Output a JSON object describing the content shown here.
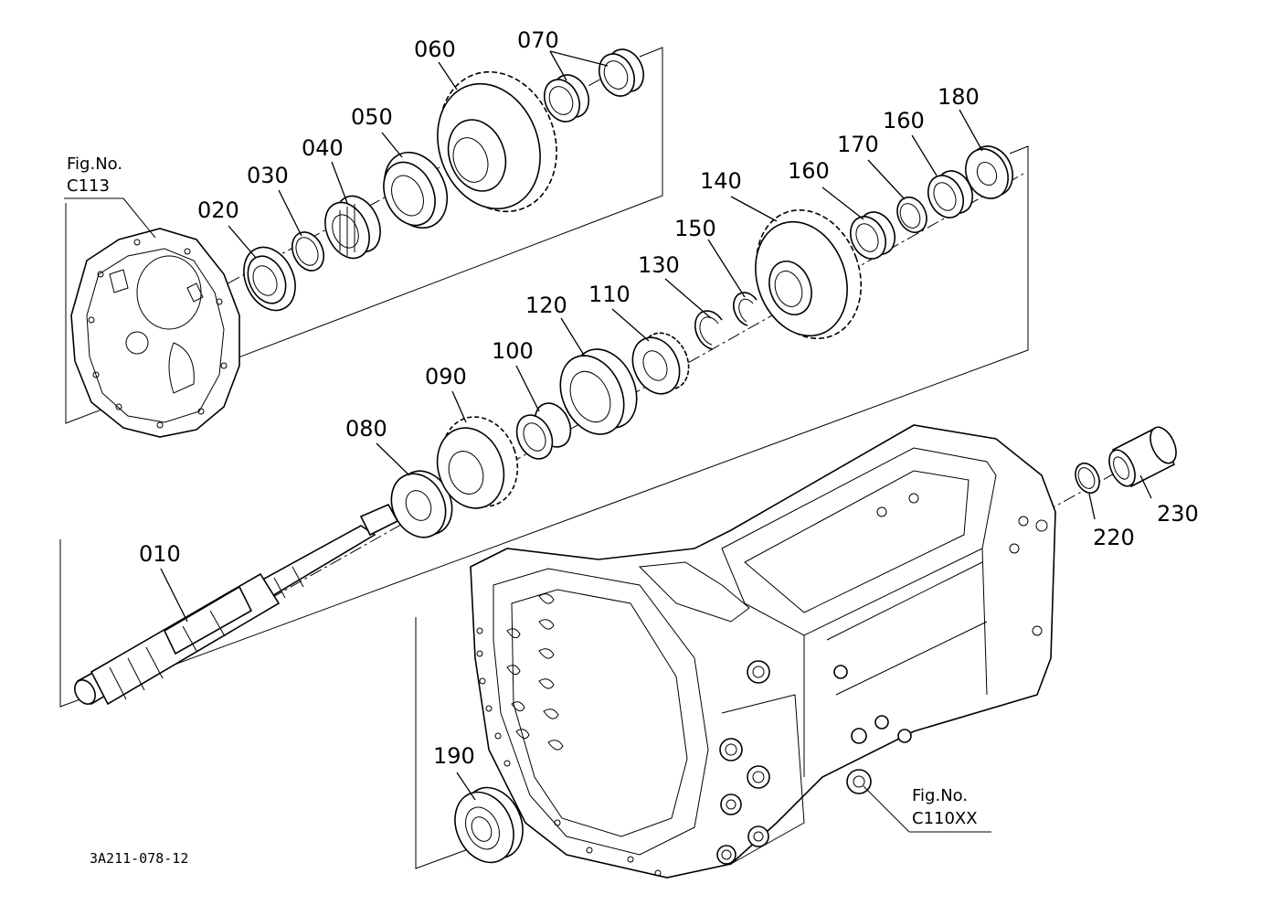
{
  "parts": [
    {
      "id": "p010",
      "label": "010"
    },
    {
      "id": "p020",
      "label": "020"
    },
    {
      "id": "p030",
      "label": "030"
    },
    {
      "id": "p040",
      "label": "040"
    },
    {
      "id": "p050",
      "label": "050"
    },
    {
      "id": "p060",
      "label": "060"
    },
    {
      "id": "p070",
      "label": "070"
    },
    {
      "id": "p080",
      "label": "080"
    },
    {
      "id": "p090",
      "label": "090"
    },
    {
      "id": "p100",
      "label": "100"
    },
    {
      "id": "p110",
      "label": "110"
    },
    {
      "id": "p120",
      "label": "120"
    },
    {
      "id": "p130",
      "label": "130"
    },
    {
      "id": "p140",
      "label": "140"
    },
    {
      "id": "p150",
      "label": "150"
    },
    {
      "id": "p160a",
      "label": "160"
    },
    {
      "id": "p160b",
      "label": "160"
    },
    {
      "id": "p170",
      "label": "170"
    },
    {
      "id": "p180",
      "label": "180"
    },
    {
      "id": "p190",
      "label": "190"
    },
    {
      "id": "p220",
      "label": "220"
    },
    {
      "id": "p230",
      "label": "230"
    }
  ],
  "figure_refs": {
    "c113": {
      "line1": "Fig.No.",
      "line2": "C113"
    },
    "c110xx": {
      "line1": "Fig.No.",
      "line2": "C110XX"
    }
  },
  "drawing_code": "3A211-078-12"
}
